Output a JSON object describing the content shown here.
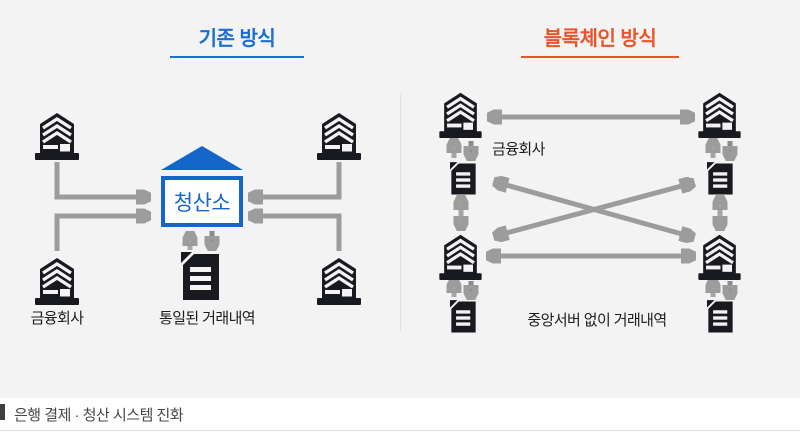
{
  "page": {
    "stage_background": "#f3f3f4",
    "footer_background": "#ffffff"
  },
  "colors": {
    "traditional_accent": "#1b6ed2",
    "blockchain_accent": "#e8552b",
    "clearinghouse_blue": "#1467c8",
    "icon_dark": "#191920",
    "arrow_gray": "#9c9c9c",
    "divider_gray": "#e2e2e2",
    "label_text": "#1c1c1c",
    "caption_text": "#474747"
  },
  "icons": {
    "building": "building-icon",
    "document": "document-icon",
    "clearinghouse_roof": "clearinghouse-roof-icon"
  },
  "left_panel": {
    "title": "기존 방식",
    "clearinghouse_label": "청산소",
    "company_label": "금융회사",
    "ledger_label": "통일된 거래내역"
  },
  "right_panel": {
    "title": "블록체인 방식",
    "company_label": "금융회사",
    "ledger_label": "중앙서버 없이 거래내역"
  },
  "footer": {
    "caption": "은행 결제 · 청산 시스템 진화"
  }
}
